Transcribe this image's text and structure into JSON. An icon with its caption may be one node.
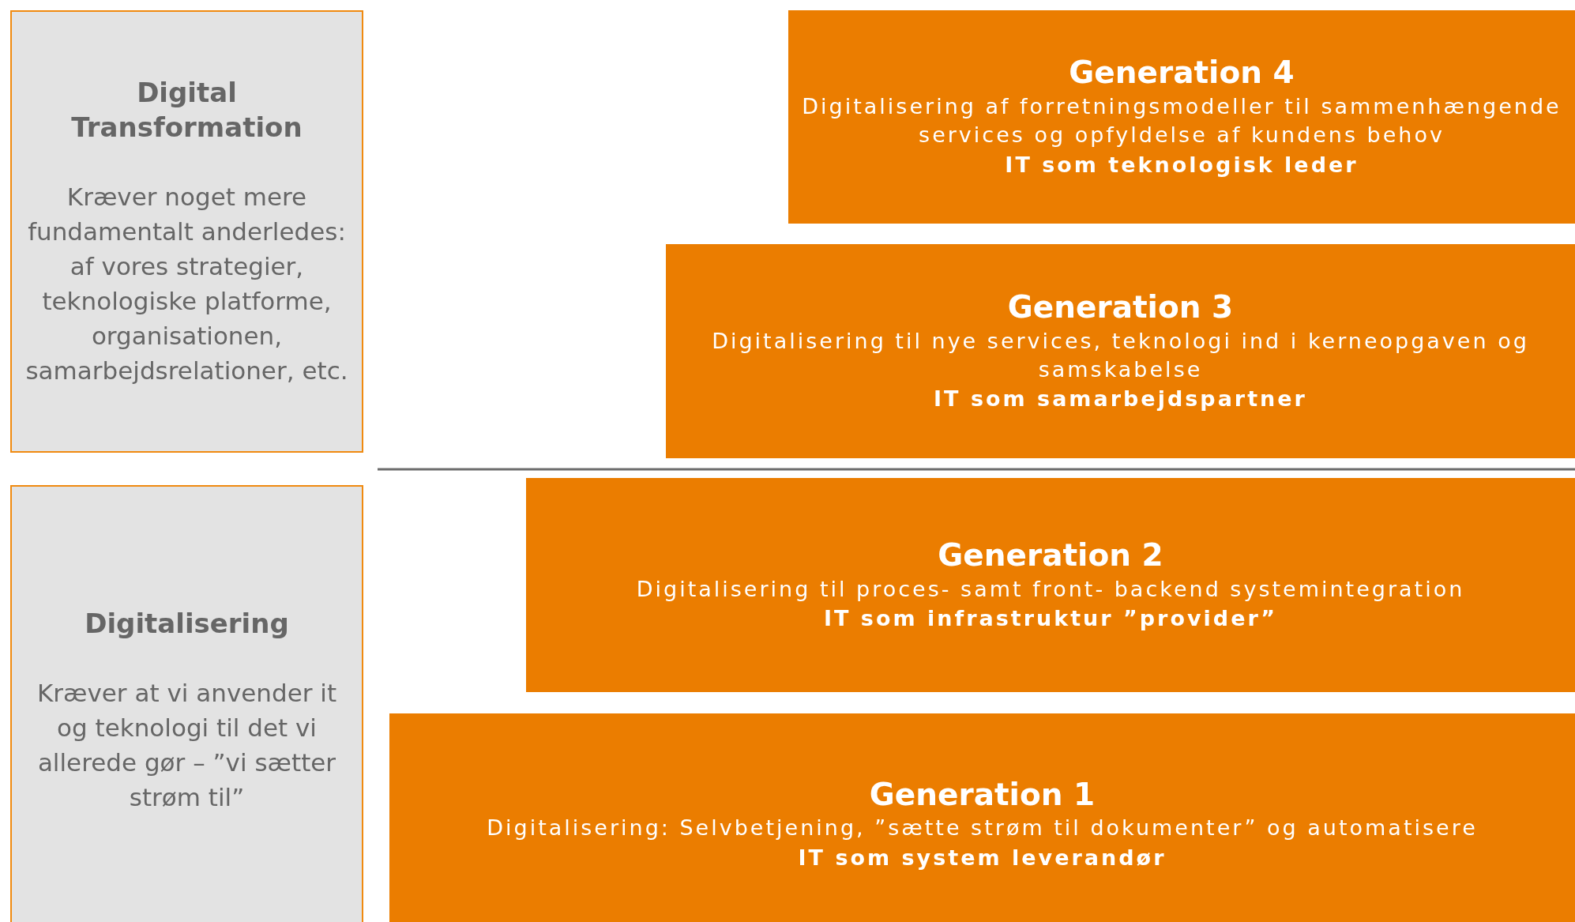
{
  "diagram": {
    "nodes": [
      {
        "text": [
          "Digital Transformation",
          "Kræver noget mere fundamentalt anderledes: af vores strategier,  teknologiske platforme, organisationen, samarbejdsrelationer, etc."
        ]
      },
      {
        "text": [
          "Digitalisering",
          "Kræver at vi anvender it og teknologi til det vi allerede gør – ”vi sætter strøm til”"
        ]
      },
      {
        "text": [
          "Generation 4",
          "Digitalisering af forretningsmodeller til sammenhængende services og opfyldelse af kundens behov",
          "IT som teknologisk leder"
        ]
      },
      {
        "text": [
          "Generation 3",
          "Digitalisering til nye services, teknologi ind i kerneopgaven og samskabelse",
          "IT som samarbejdspartner"
        ]
      },
      {
        "text": [
          "Generation 2",
          "Digitalisering til proces- samt front- backend systemintegration",
          "IT som infrastruktur ”provider”"
        ]
      },
      {
        "text": [
          "Generation 1",
          "Digitalisering: Selvbetjening, ”sætte strøm til dokumenter” og automatisere",
          "IT som system leverandør"
        ]
      }
    ],
    "edges": []
  }
}
